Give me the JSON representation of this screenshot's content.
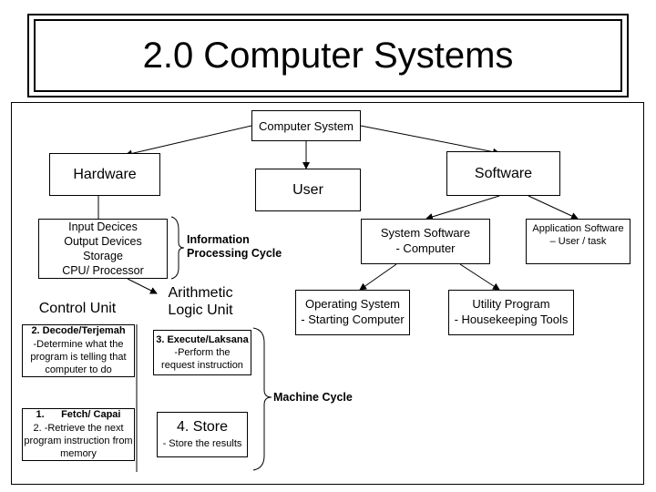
{
  "title": "2.0 Computer Systems",
  "nodes": {
    "computer_system": "Computer System",
    "hardware": "Hardware",
    "user": "User",
    "software": "Software",
    "hw_components": [
      "Input Decices",
      "Output Devices",
      "Storage",
      "CPU/ Processor"
    ],
    "info_cycle": [
      "Information",
      "Processing Cycle"
    ],
    "system_software": [
      "System Software",
      "- Computer"
    ],
    "application_software": [
      "Application Software",
      "– User / task"
    ],
    "control_unit": "Control Unit",
    "alu": [
      "Arithmetic",
      "Logic Unit"
    ],
    "operating_system": [
      "Operating System",
      "- Starting Computer"
    ],
    "utility_program": [
      "Utility Program",
      "- Housekeeping Tools"
    ],
    "decode": {
      "heading": "2. Decode/Terjemah",
      "lines": [
        "-Determine what the",
        "program is telling that",
        "computer to do"
      ]
    },
    "execute": {
      "heading": "3. Execute/Laksana",
      "lines": [
        "-Perform the",
        "request instruction"
      ]
    },
    "machine_cycle": "Machine Cycle",
    "fetch": {
      "num": "1.",
      "heading": "Fetch/ Capai",
      "lines": [
        "2.   -Retrieve the next",
        "program instruction from",
        "memory"
      ]
    },
    "store": {
      "heading": "4. Store",
      "lines": [
        "- Store the results"
      ]
    }
  }
}
